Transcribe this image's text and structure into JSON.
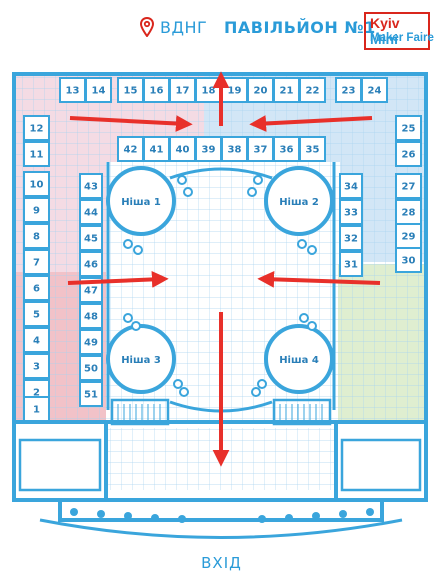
{
  "header": {
    "location": "ВДНГ",
    "pavilion": "ПАВІЛЬЙОН №1",
    "logo_line1_a": "Kyiv",
    "logo_line1_b": "Mini",
    "logo_line2": "Maker Faire"
  },
  "entrance_label": "ВХІД",
  "colors": {
    "accent": "#2a9bd8",
    "wall": "#3aa5dc",
    "arrow": "#e8302a",
    "zone_pink": "#f4dbe4",
    "zone_red": "#f2c2c8",
    "zone_blue": "#d2e6f6",
    "zone_green": "#dfeed0"
  },
  "niches": [
    "Ніша 1",
    "Ніша 2",
    "Ніша 3",
    "Ніша 4"
  ],
  "booths": {
    "top_row": [
      "13",
      "14",
      "15",
      "16",
      "17",
      "18",
      "19",
      "20",
      "21",
      "22",
      "23",
      "24"
    ],
    "inner_top_row": [
      "42",
      "41",
      "40",
      "39",
      "38",
      "37",
      "36",
      "35"
    ],
    "left_column": [
      "12",
      "11",
      "10",
      "9",
      "8",
      "7",
      "6",
      "5",
      "4",
      "3",
      "2",
      "1"
    ],
    "inner_left_column": [
      "43",
      "44",
      "45",
      "46",
      "47",
      "48",
      "49",
      "50",
      "51"
    ],
    "inner_right_column": [
      "34",
      "33",
      "32",
      "31"
    ],
    "right_column": [
      "25",
      "26",
      "27",
      "28",
      "29",
      "30"
    ]
  }
}
